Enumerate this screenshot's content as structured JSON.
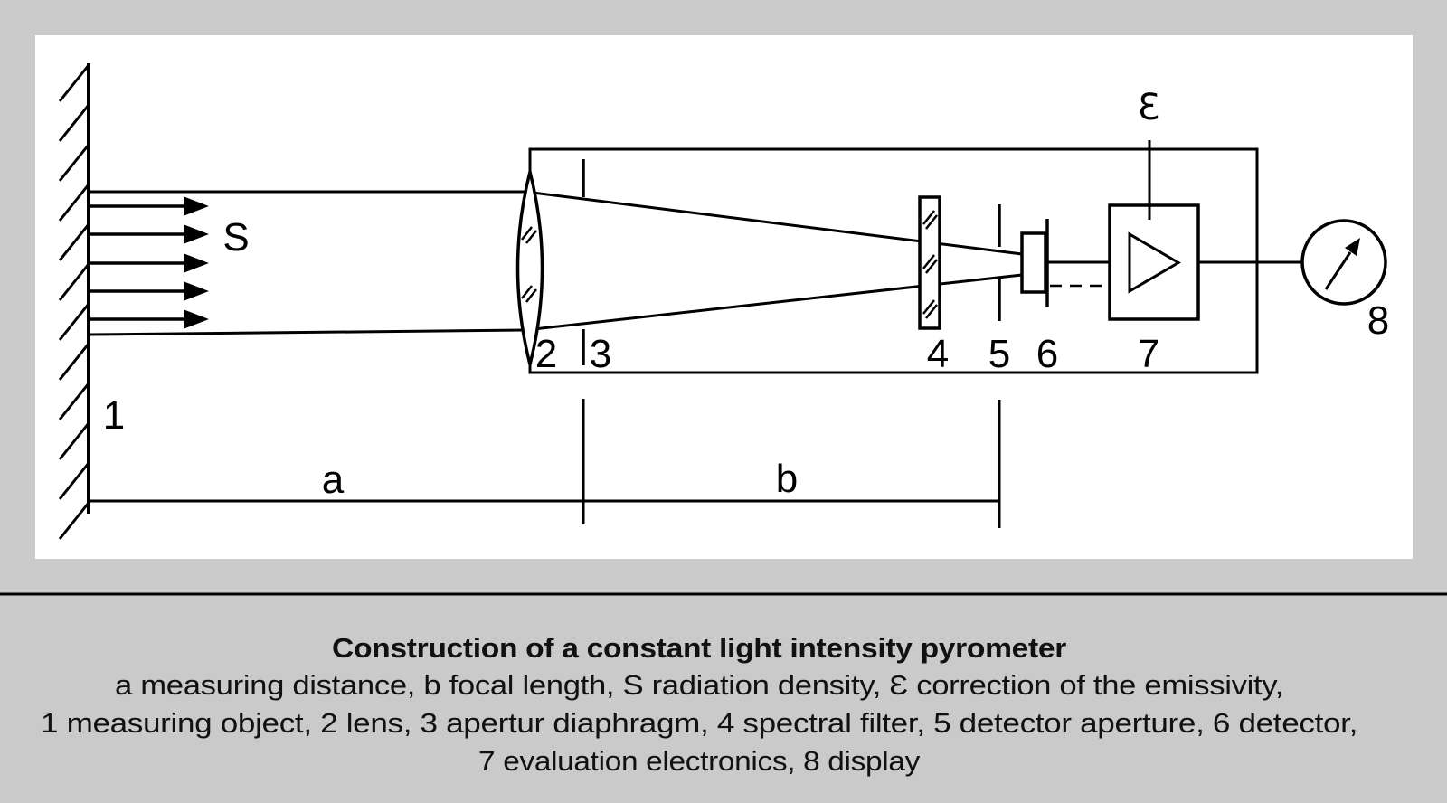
{
  "page": {
    "background_color": "#cacaca",
    "panel_color": "#ffffff",
    "ink_color": "#000000"
  },
  "diagram": {
    "labels": {
      "radiation_density": "S",
      "emissivity_correction": "Ɛ",
      "measuring_object": "1",
      "lens": "2",
      "aperture_diaphragm": "3",
      "spectral_filter": "4",
      "detector_aperture": "5",
      "detector": "6",
      "evaluation_electronics": "7",
      "display": "8",
      "measuring_distance": "a",
      "focal_length": "b"
    }
  },
  "caption": {
    "title": "Construction of a constant light intensity pyrometer",
    "legend_line_1": "a measuring distance, b focal length, S radiation density, Ɛ correction of the emissivity,",
    "legend_line_2": "1 measuring object, 2 lens, 3 apertur diaphragm, 4 spectral filter, 5 detector aperture, 6 detector,",
    "legend_line_3": "7 evaluation electronics, 8 display"
  }
}
